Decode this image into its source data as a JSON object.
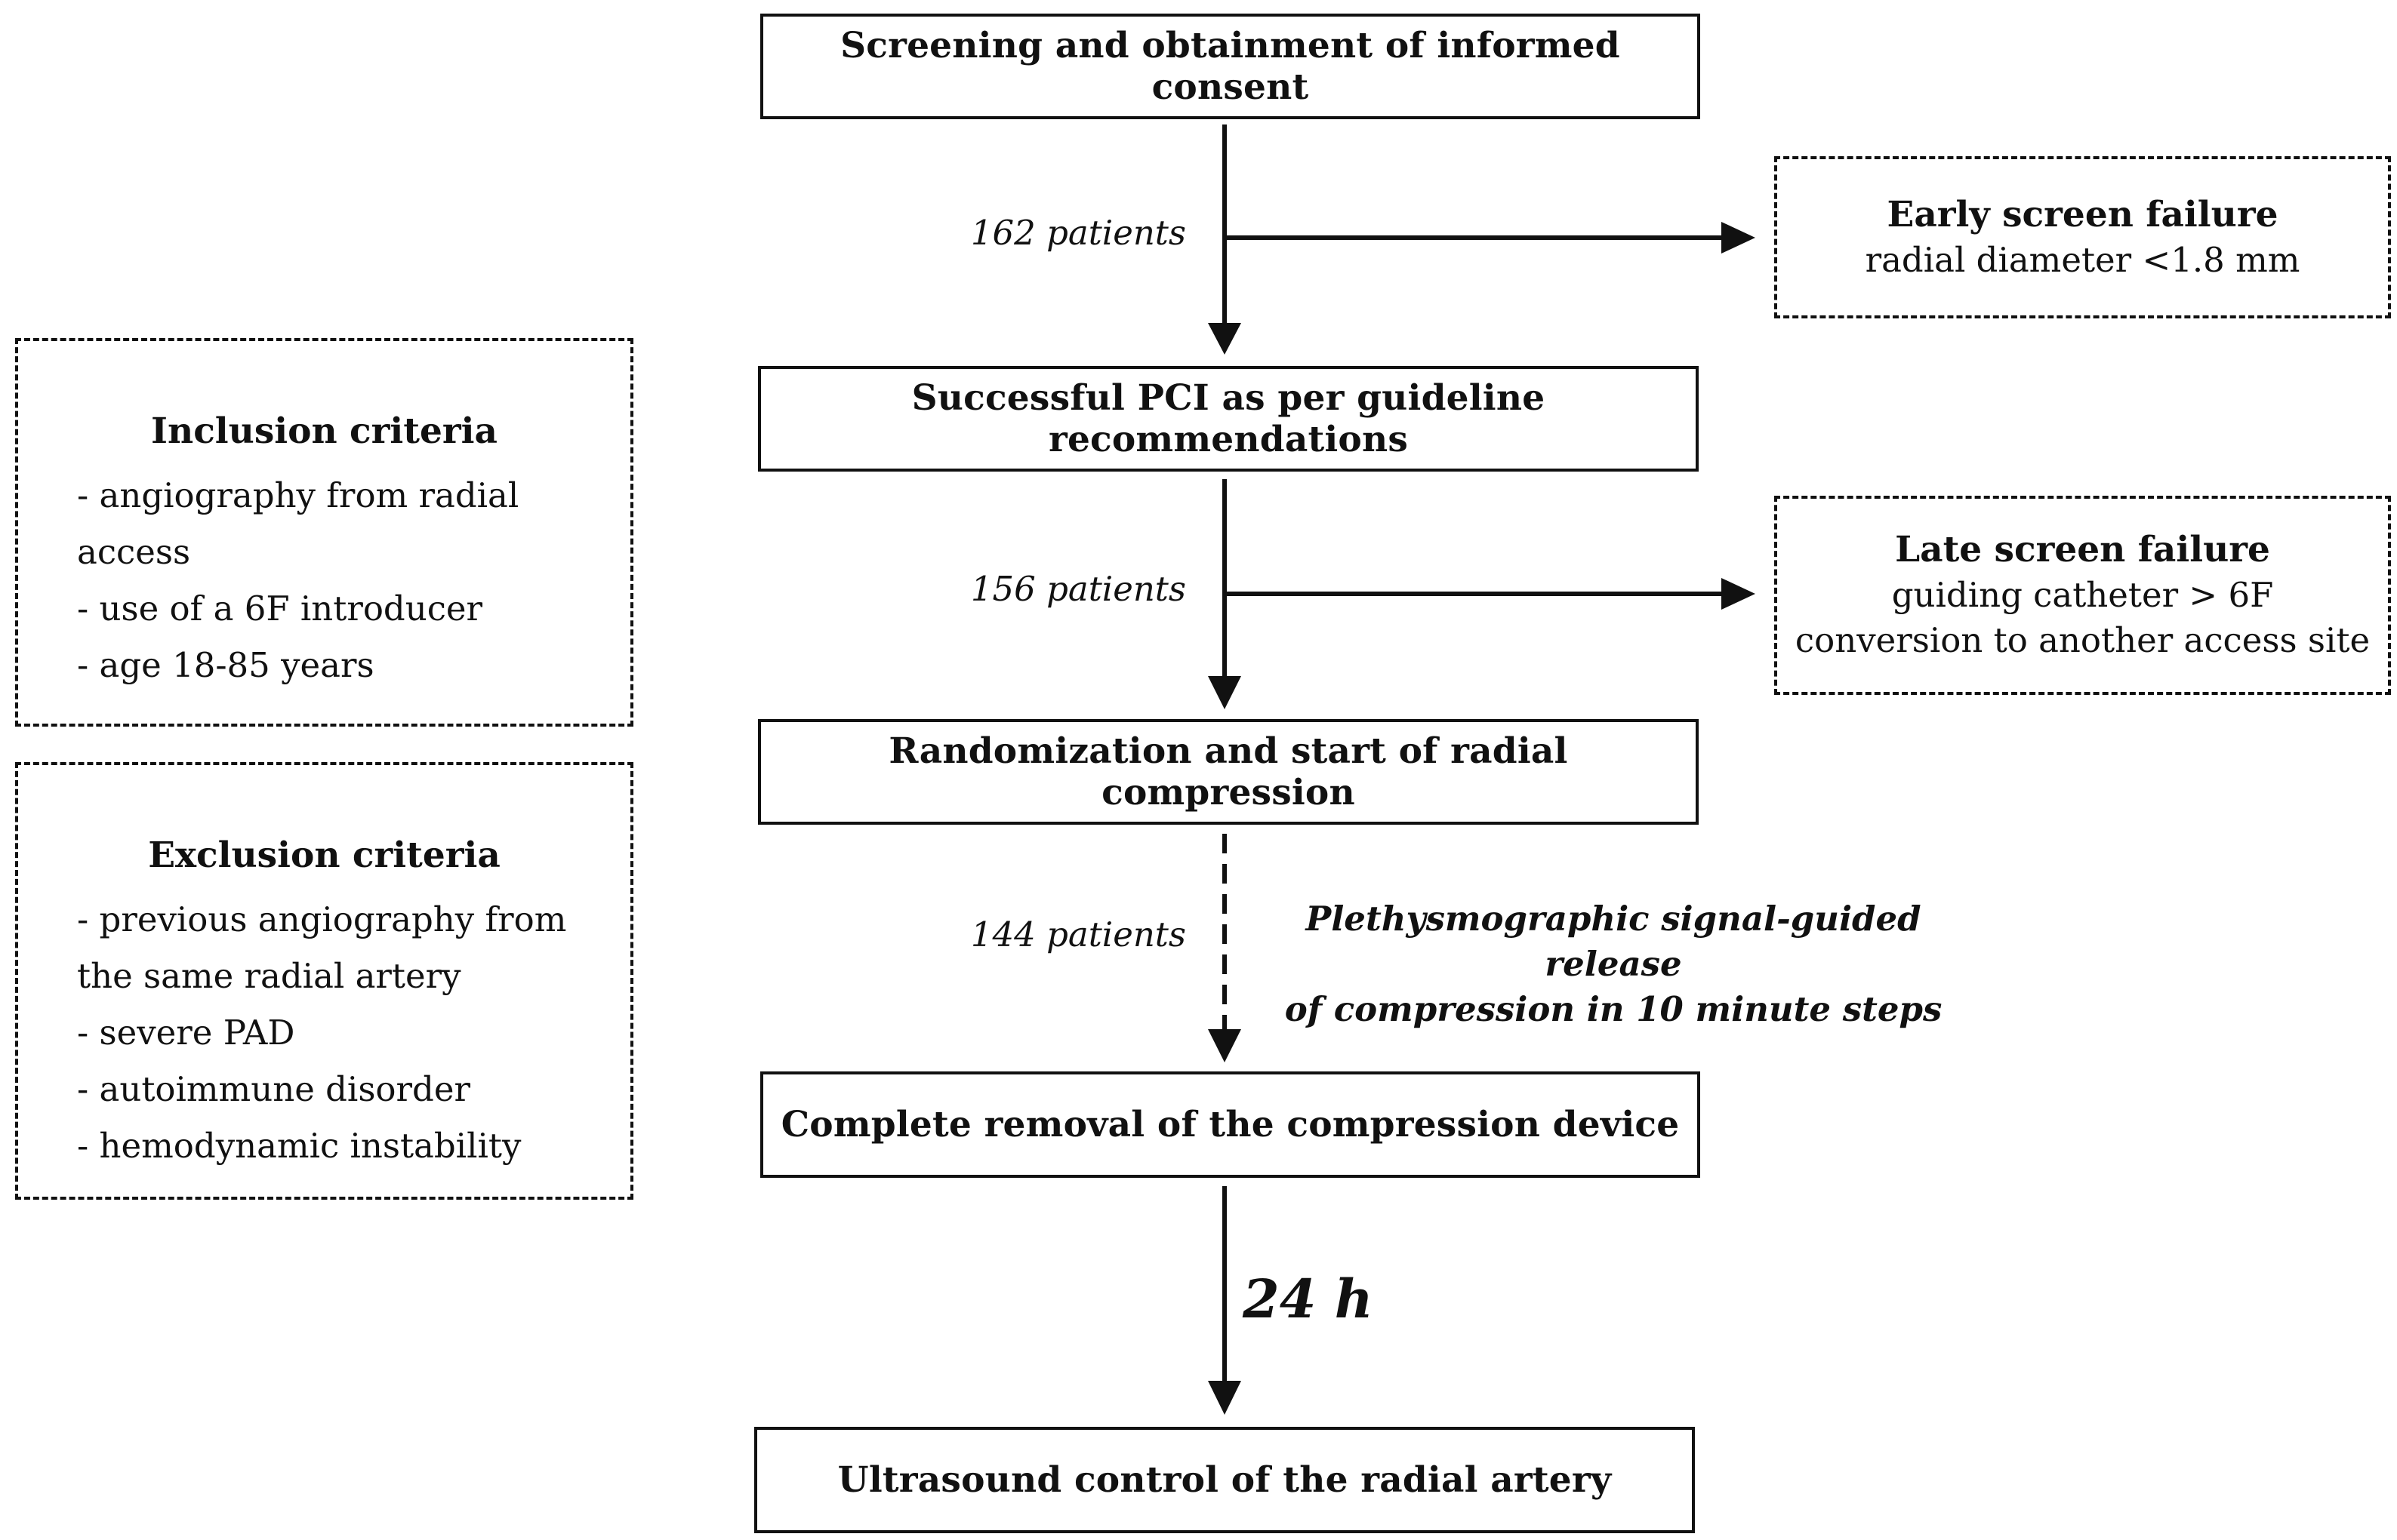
{
  "flow": {
    "steps": [
      "Screening and obtainment of informed consent",
      "Successful PCI as per guideline recommendations",
      "Randomization and start of radial compression",
      "Complete removal of the compression device",
      "Ultrasound control of the radial artery"
    ],
    "counts": [
      "162 patients",
      "156 patients",
      "144 patients"
    ],
    "release_note": {
      "line1": "Plethysmographic signal-guided release",
      "line2": "of compression in 10 minute steps"
    },
    "time_label": "24 h"
  },
  "failures": {
    "early": {
      "title": "Early screen failure",
      "lines": [
        "radial diameter <1.8 mm"
      ]
    },
    "late": {
      "title": "Late screen failure",
      "lines": [
        "guiding catheter > 6F",
        "conversion to another access site"
      ]
    }
  },
  "inclusion": {
    "title": "Inclusion criteria",
    "items": [
      "- angiography from radial",
      "access",
      "- use of a 6F introducer",
      "- age 18-85 years"
    ]
  },
  "exclusion": {
    "title": "Exclusion criteria",
    "items": [
      "- previous angiography from",
      "the same radial artery",
      "- severe PAD",
      "- autoimmune disorder",
      "- hemodynamic instability"
    ]
  }
}
